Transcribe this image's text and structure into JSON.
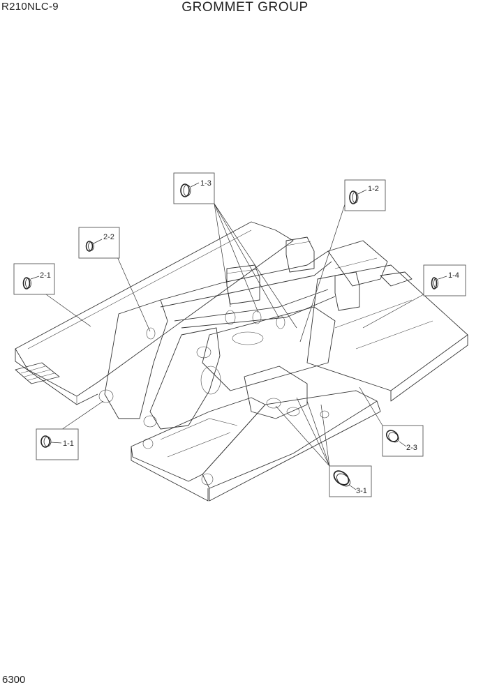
{
  "header": {
    "model": "R210NLC-9",
    "title": "GROMMET GROUP"
  },
  "footer": {
    "page_number": "6300"
  },
  "callouts": [
    {
      "id": "1-1",
      "label": "1-1"
    },
    {
      "id": "1-2",
      "label": "1-2"
    },
    {
      "id": "1-3",
      "label": "1-3"
    },
    {
      "id": "1-4",
      "label": "1-4"
    },
    {
      "id": "2-1",
      "label": "2-1"
    },
    {
      "id": "2-2",
      "label": "2-2"
    },
    {
      "id": "2-3",
      "label": "2-3"
    },
    {
      "id": "3-1",
      "label": "3-1"
    }
  ],
  "icons": [
    "grommet-icon"
  ]
}
